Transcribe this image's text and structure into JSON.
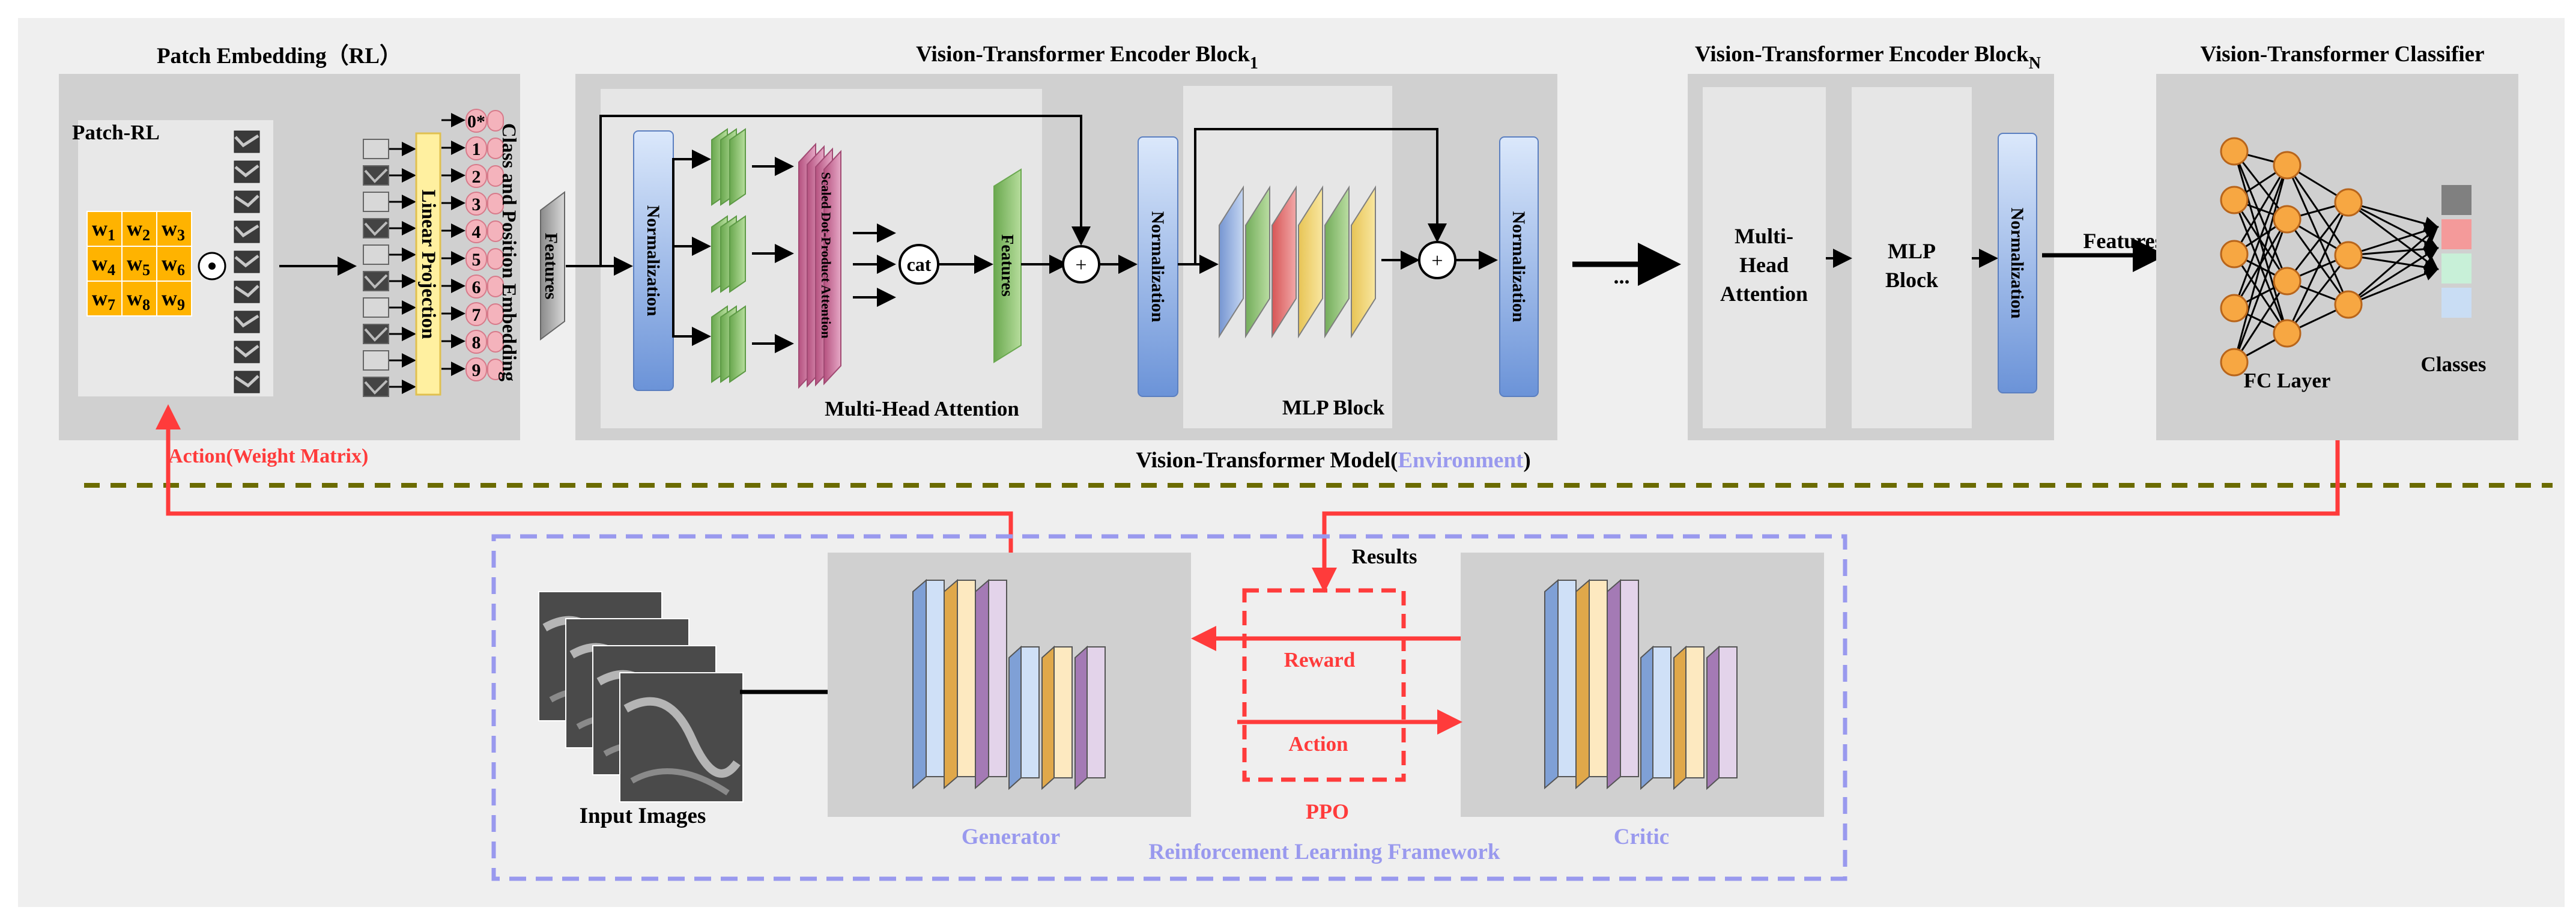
{
  "colors": {
    "canvas_bg": "#efefef",
    "panel_gray": "#d0d0d0",
    "inner_gray": "#e6e6e6",
    "red": "#ff3b3b",
    "lavender": "#9999ee",
    "olive": "#6b6b00",
    "grid_orange": "#ffb300",
    "node_orange": "#f7a742",
    "norm_blue": "#7fa4e0",
    "green_block": "#88c06a",
    "pink_block": "#c97aa3",
    "yellow_block": "#fff0a0",
    "token_pink": "#f4b3bc"
  },
  "patch_embedding": {
    "title": "Patch Embedding（RL）",
    "patch_rl_label": "Patch-RL",
    "weights": [
      {
        "base": "w",
        "sub": "1"
      },
      {
        "base": "w",
        "sub": "2"
      },
      {
        "base": "w",
        "sub": "3"
      },
      {
        "base": "w",
        "sub": "4"
      },
      {
        "base": "w",
        "sub": "5"
      },
      {
        "base": "w",
        "sub": "6"
      },
      {
        "base": "w",
        "sub": "7"
      },
      {
        "base": "w",
        "sub": "8"
      },
      {
        "base": "w",
        "sub": "9"
      }
    ],
    "hadamard_symbol": "⊙",
    "linear_projection": "Linear Projection",
    "tokens": [
      "0*",
      "1",
      "2",
      "3",
      "4",
      "5",
      "6",
      "7",
      "8",
      "9"
    ],
    "class_position_label": "Class and Position Embedding",
    "features_label": "Features"
  },
  "encoder1": {
    "title_main": "Vision-Transformer Encoder Block",
    "title_sub": "1",
    "normalization": "Normalization",
    "scaled_attention": "Scaled Dot-Product Attention",
    "cat": "cat",
    "features": "Features",
    "plus": "+",
    "mha_label": "Multi-Head Attention",
    "mlp_label": "MLP Block"
  },
  "ellipsis": "...",
  "encoderN": {
    "title_main": "Vision-Transformer Encoder Block",
    "title_sub": "N",
    "mha": [
      "Multi-",
      "Head",
      "Attention"
    ],
    "mlp": [
      "MLP",
      "Block"
    ],
    "normalization": "Normalization"
  },
  "classifier": {
    "title": "Vision-Transformer Classifier",
    "features_label": "Features",
    "fc_layer": "FC Layer",
    "classes": "Classes",
    "class_colors": [
      "#808080",
      "#f49a9a",
      "#c8f0d8",
      "#c9ddf4"
    ]
  },
  "action_label": "Action(Weight Matrix)",
  "model_caption": {
    "prefix": "Vision-Transformer Model(",
    "highlight": "Environment",
    "suffix": ")"
  },
  "rl": {
    "input_images": "Input Images",
    "generator": "Generator",
    "critic": "Critic",
    "results": "Results",
    "reward": "Reward",
    "action": "Action",
    "ppo": "PPO",
    "framework": "Reinforcement Learning Framework"
  }
}
